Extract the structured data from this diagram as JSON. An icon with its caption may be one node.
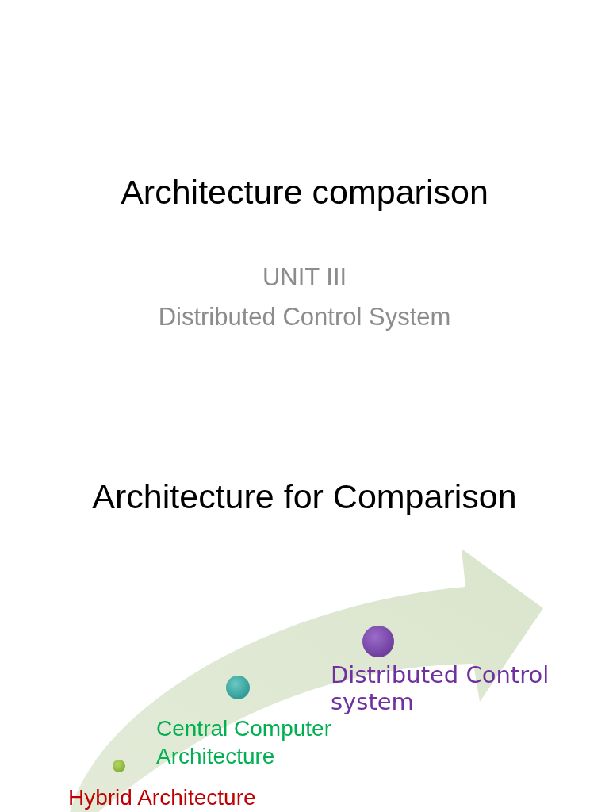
{
  "diagram": {
    "title": "Architecture comparison",
    "nodes": [
      {
        "text": [],
        "shape": "circle",
        "beside": [
          "Hybrid Architecture"
        ]
      },
      {
        "text": [],
        "shape": "circle",
        "beside": [
          "Central Computer Architecture"
        ]
      },
      {
        "text": [],
        "shape": "circle",
        "beside": [
          "Distributed Control system"
        ]
      }
    ],
    "labels": [
      "UNIT III",
      "Distributed Control System",
      "Architecture for Comparison"
    ]
  }
}
